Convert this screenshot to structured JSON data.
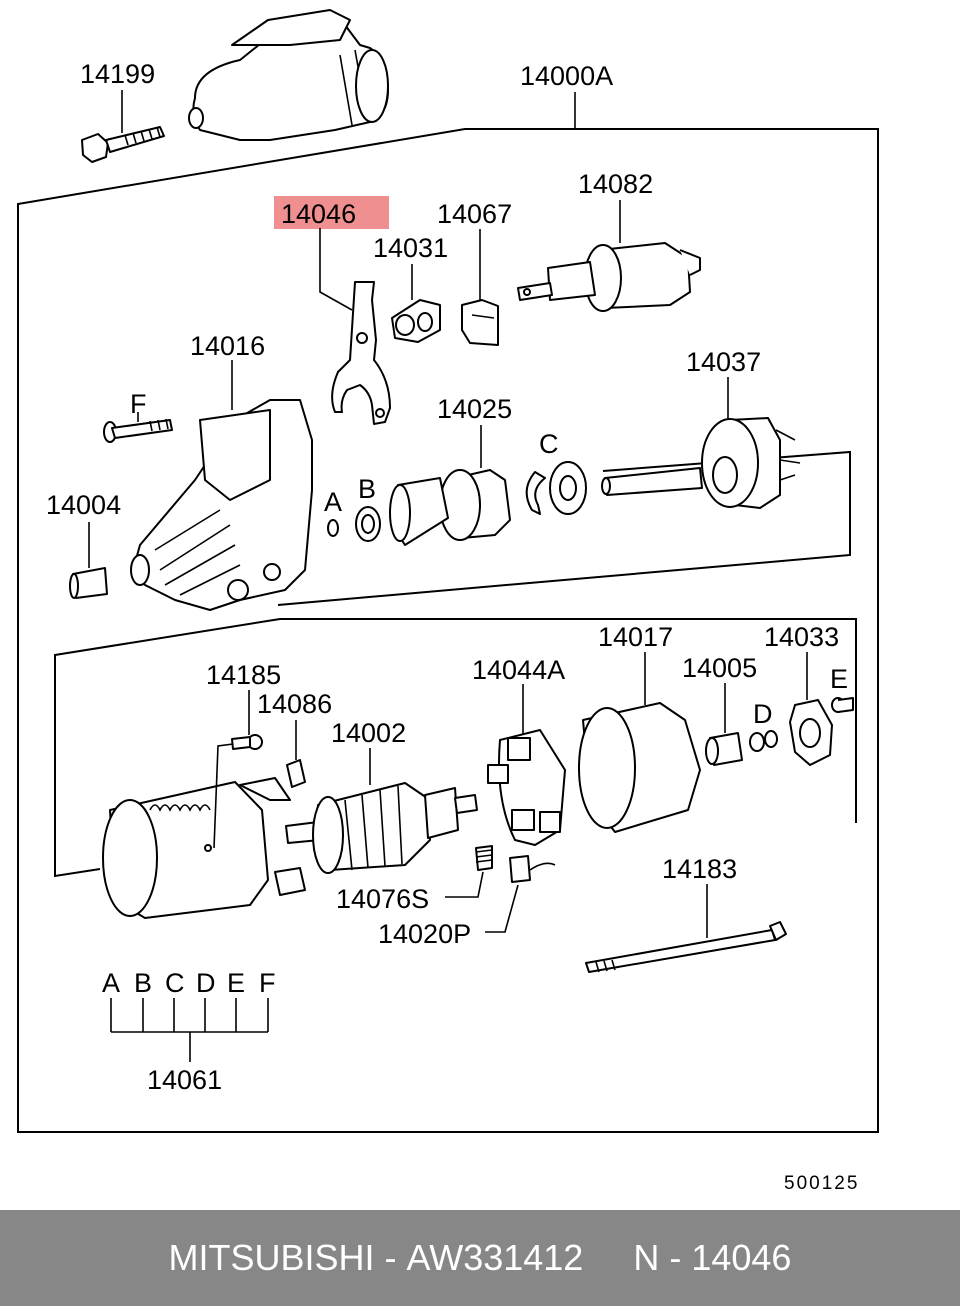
{
  "diagram": {
    "callouts": {
      "p14199": "14199",
      "p14000a": "14000A",
      "p14046": "14046",
      "p14067": "14067",
      "p14031": "14031",
      "p14082": "14082",
      "p14016": "14016",
      "p14037": "14037",
      "p14025": "14025",
      "p14004": "14004",
      "p14017": "14017",
      "p14033": "14033",
      "p14185": "14185",
      "p14044a": "14044A",
      "p14005": "14005",
      "p14086": "14086",
      "p14002": "14002",
      "p14076s": "14076S",
      "p14020p": "14020P",
      "p14183": "14183",
      "p14061": "14061"
    },
    "letters": {
      "a": "A",
      "b": "B",
      "c": "C",
      "d": "D",
      "e": "E",
      "f": "F",
      "kit": [
        "A",
        "B",
        "C",
        "D",
        "E",
        "F"
      ]
    },
    "diagram_code": "500125",
    "highlight_color": "#f08f8f"
  },
  "footer": {
    "brand": "MITSUBISHI",
    "sep1": " - ",
    "part_no": "AW331412",
    "gap": "     ",
    "ref": "N - 14046"
  }
}
